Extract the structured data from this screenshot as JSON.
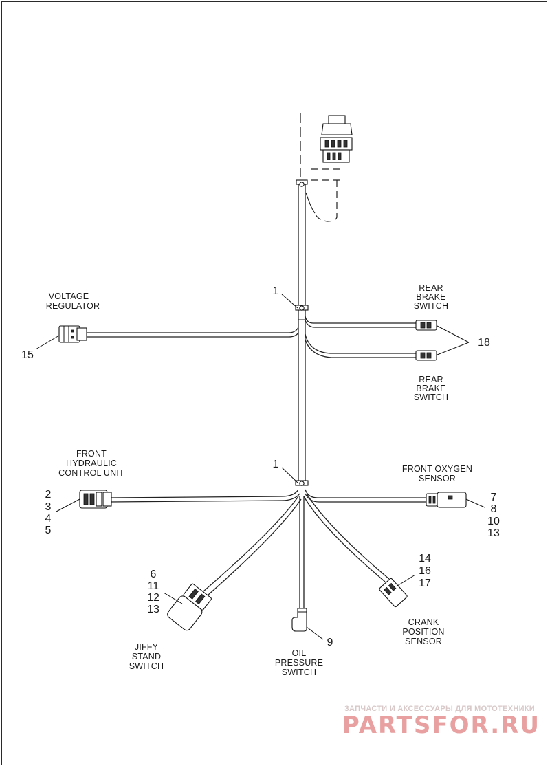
{
  "labels": {
    "voltage_regulator": [
      "VOLTAGE",
      "REGULATOR"
    ],
    "rear_brake_switch_top": [
      "REAR",
      "BRAKE",
      "SWITCH"
    ],
    "rear_brake_switch_bottom": [
      "REAR",
      "BRAKE",
      "SWITCH"
    ],
    "front_hydraulic": [
      "FRONT",
      "HYDRAULIC",
      "CONTROL UNIT"
    ],
    "front_oxygen": [
      "FRONT OXYGEN",
      "SENSOR"
    ],
    "crank_position": [
      "CRANK",
      "POSITION",
      "SENSOR"
    ],
    "jiffy_stand": [
      "JIFFY",
      "STAND",
      "SWITCH"
    ],
    "oil_pressure": [
      "OIL",
      "PRESSURE",
      "SWITCH"
    ]
  },
  "callouts": {
    "clip_upper": "1",
    "clip_lower": "1",
    "voltage_regulator": "15",
    "rear_brake": "18",
    "front_hydraulic": [
      "2",
      "3",
      "4",
      "5"
    ],
    "front_oxygen": [
      "7",
      "8",
      "10",
      "13"
    ],
    "crank_position": [
      "14",
      "16",
      "17"
    ],
    "jiffy_stand": [
      "6",
      "11",
      "12",
      "13"
    ],
    "oil_pressure": "9"
  },
  "watermark": {
    "subtitle": "ЗАПЧАСТИ И АКСЕССУАРЫ ДЛЯ МОТОТЕХНИКИ",
    "brand": "PARTSFOR.RU",
    "brand_color": "#e8a0a0"
  }
}
